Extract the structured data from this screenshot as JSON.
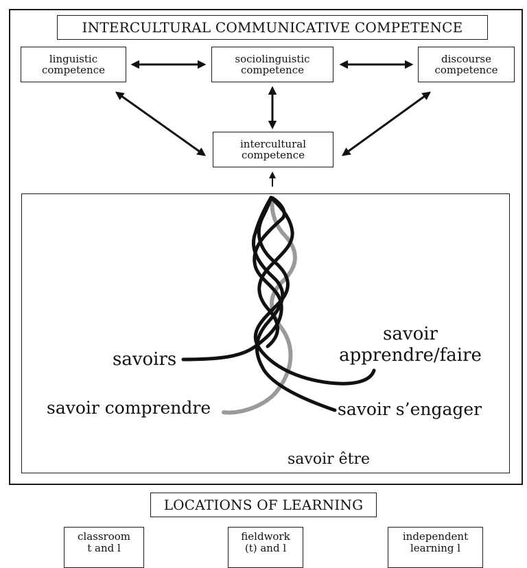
{
  "diagram": {
    "title": "INTERCULTURAL COMMUNICATIVE COMPETENCE",
    "competences": {
      "linguistic": [
        "linguistic",
        "competence"
      ],
      "sociolinguistic": [
        "sociolinguistic",
        "competence"
      ],
      "discourse": [
        "discourse",
        "competence"
      ],
      "intercultural": [
        "intercultural",
        "competence"
      ]
    },
    "strands": {
      "savoirs": "savoirs",
      "apprendre": [
        "savoir",
        "apprendre/faire"
      ],
      "comprendre": "savoir comprendre",
      "engager": "savoir s’engager",
      "etre": "savoir être"
    },
    "locations": {
      "title": "LOCATIONS OF LEARNING",
      "classroom": [
        "classroom",
        "t and l"
      ],
      "fieldwork": [
        "fieldwork",
        "(t) and l"
      ],
      "independent": [
        "independent",
        "learning l"
      ]
    }
  }
}
